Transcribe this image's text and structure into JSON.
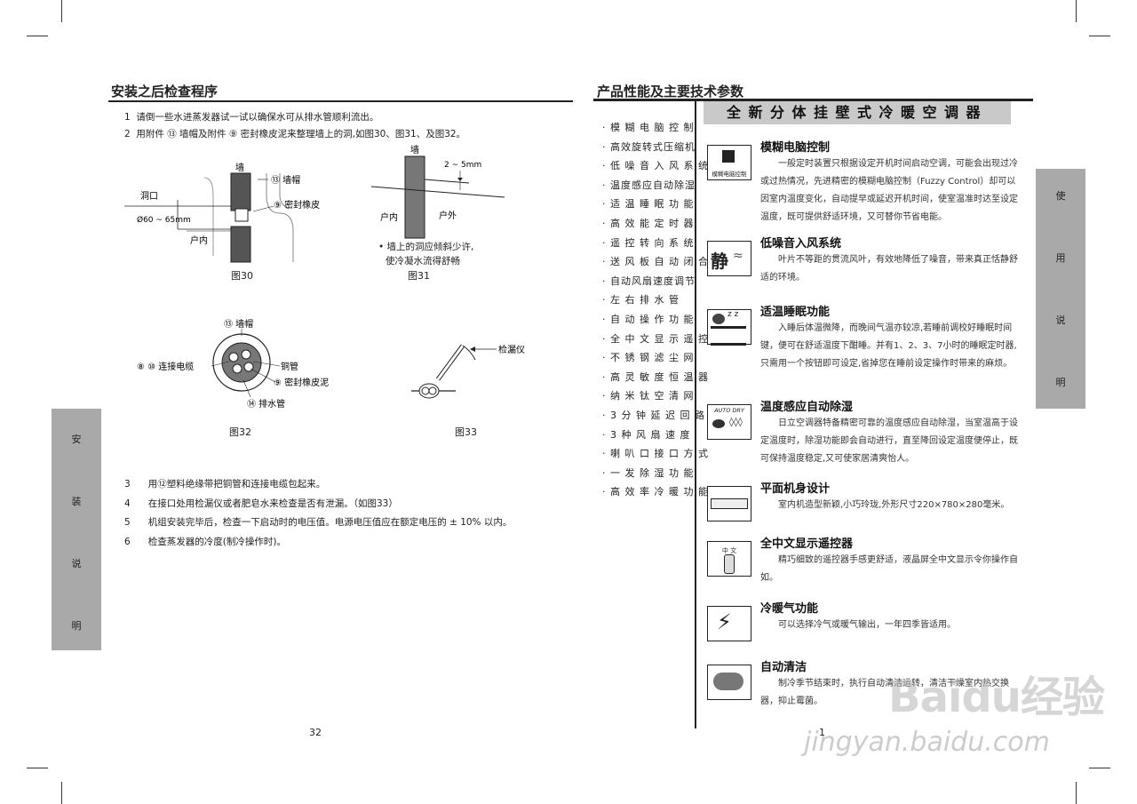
{
  "left_page": {
    "title": "安装之后检查程序",
    "steps_top": [
      {
        "num": "1",
        "text": "请倒一些水进蒸发器试一试以确保水可从排水管顺利流出。"
      },
      {
        "num": "2",
        "text": "用附件 ⑬ 墙帽及附件 ⑨ 密封橡皮泥来整理墙上的洞,如图30、图31、及图32。"
      }
    ],
    "fig30": {
      "wall": "墙",
      "hole": "洞口",
      "dia": "Ø60 ~ 65mm",
      "indoor": "户内",
      "cap": "⑬ 墙帽",
      "putty": "⑨ 密封橡皮泥",
      "caption": "图30"
    },
    "fig31": {
      "wall": "墙",
      "gap": "2 ~ 5mm",
      "indoor": "户内",
      "outdoor": "户外",
      "note1": "• 墙上的洞应倾斜少许,",
      "note2": "使冷凝水流得舒畅",
      "caption": "图31"
    },
    "fig32": {
      "cap": "⑬ 墙帽",
      "cable": "⑧ ⑩ 连接电缆",
      "pipe": "铜管",
      "putty": "⑨ 密封橡皮泥",
      "drain": "⑭ 排水管",
      "caption": "图32"
    },
    "fig33": {
      "detector": "检漏仪",
      "caption": "图33"
    },
    "steps_bottom": [
      {
        "num": "3",
        "text": "用⑫塑料绝缘带把铜管和连接电缆包起来。"
      },
      {
        "num": "4",
        "text": "在接口处用检漏仪或者肥皂水来检查是否有泄漏。（如图33）"
      },
      {
        "num": "5",
        "text": "机组安装完毕后，检查一下启动时的电压值。电源电压值应在额定电压的 ± 10% 以内。"
      },
      {
        "num": "6",
        "text": "检查蒸发器的冷度(制冷操作时)。"
      }
    ],
    "side_tab": [
      "安",
      "装",
      "说",
      "明"
    ],
    "page_number": "32"
  },
  "right_page": {
    "title": "产品性能及主要技术参数",
    "banner": "全新分体挂壁式冷暖空调器",
    "feature_list": [
      "· 模 糊 电 脑 控 制",
      "· 高效旋转式压缩机",
      "· 低 噪 音 入 风 系 统",
      "· 温度感应自动除湿",
      "· 适 温 睡 眠 功 能",
      "· 高 效 能 定 时 器",
      "· 遥 控 转 向 系 统",
      "· 送 风 板 自 动 闭 合",
      "· 自动风扇速度调节",
      "· 左 右 排 水 管",
      "· 自 动 操 作 功 能",
      "· 全 中 文 显 示 遥 控",
      "· 不 锈 钢 滤 尘 网",
      "· 高 灵 敏 度 恒 温 器",
      "· 纳 米 钛 空 清 网",
      "· 3 分 钟 延 迟 回 路",
      "· 3 种 风 扇 速 度",
      "· 喇 叭 口 接 口 方 式",
      "· 一 发 除 湿 功 能",
      "· 高 效 率 冷 暖 功 能"
    ],
    "features": [
      {
        "title": "模糊电脑控制",
        "icon_label": "模糊电脑控制",
        "text": "一般定时装置只根据设定开机时间启动空调，可能会出现过冷或过热情况，先进精密的模糊电脑控制（Fuzzy Control）却可以因室内温度变化，自动提早或延迟开机时间，使室温准时达至设定温度，既可提供舒适环境，又可替你节省电能。"
      },
      {
        "title": "低噪音入风系统",
        "icon_label": "静",
        "text": "叶片不等距的贯流风叶，有效地降低了噪音，带来真正恬静舒适的环境。"
      },
      {
        "title": "适温睡眠功能",
        "icon_label": "",
        "text": "入睡后体温微降，而晚间气温亦较凉,若睡前调校好睡眠时间键，便可在舒适温度下酣睡。并有1、2、3、7小时的睡眠定时器,只需用一个按钮即可设定,省掉您在睡前设定操作时带来的麻烦。"
      },
      {
        "title": "温度感应自动除湿",
        "icon_label": "AUTO DRY",
        "text": "日立空调器特备精密可靠的温度感应自动除湿，当室温高于设定温度时，除湿功能即会自动进行，直至降回设定温度便停止，既可保持温度稳定,又可使家居清爽怡人。"
      },
      {
        "title": "平面机身设计",
        "icon_label": "",
        "text": "室内机造型新颖,小巧玲珑,外形尺寸220×780×280毫米。"
      },
      {
        "title": "全中文显示遥控器",
        "icon_label": "中 文",
        "text": "精巧细致的遥控器手感更舒适，液晶屏全中文显示令你操作自如。"
      },
      {
        "title": "冷暖气功能",
        "icon_label": "",
        "text": "可以选择冷气或暖气输出，一年四季皆适用。"
      },
      {
        "title": "自动清洁",
        "icon_label": "",
        "text": "制冷季节结束时，执行自动清洁运转，清洁干燥室内热交换器，抑止霉菌。"
      }
    ],
    "side_tab": [
      "使",
      "用",
      "说",
      "明"
    ],
    "page_number": "1"
  },
  "watermark": {
    "brand": "Baidu经验",
    "url": "jingyan.baidu.com"
  }
}
